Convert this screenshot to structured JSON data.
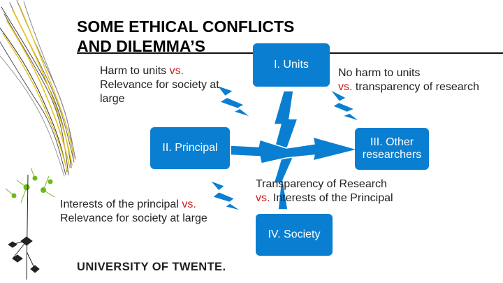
{
  "title": {
    "line1": "SOME ETHICAL CONFLICTS",
    "line2": "AND DILEMMA’S"
  },
  "boxes": {
    "units": "I. Units",
    "principal": "II. Principal",
    "other": "III. Other researchers",
    "society": "IV. Society"
  },
  "conflicts": {
    "top_left": {
      "a": "Harm to units",
      "vs": "vs.",
      "b": " ",
      "c": "Relevance for society at large"
    },
    "top_right": {
      "a": "No harm to units",
      "vs": "vs.",
      "b": " transparency of research"
    },
    "bottom_left": {
      "a": "Interests of the principal ",
      "vs": "vs.",
      "b": "",
      "c": "Relevance for society at large"
    },
    "bottom_right": {
      "a": "Transparency of Research",
      "vs": "vs.",
      "b": " Interests of the Principal"
    }
  },
  "footer": {
    "logo": "UNIVERSITY OF TWENTE."
  },
  "colors": {
    "box": "#0a7fd1",
    "vs": "#cc1d1d",
    "bolt": "#0a7fd1",
    "neuron_yellow": "#e8c21a",
    "neuron_green": "#6fb81e"
  }
}
